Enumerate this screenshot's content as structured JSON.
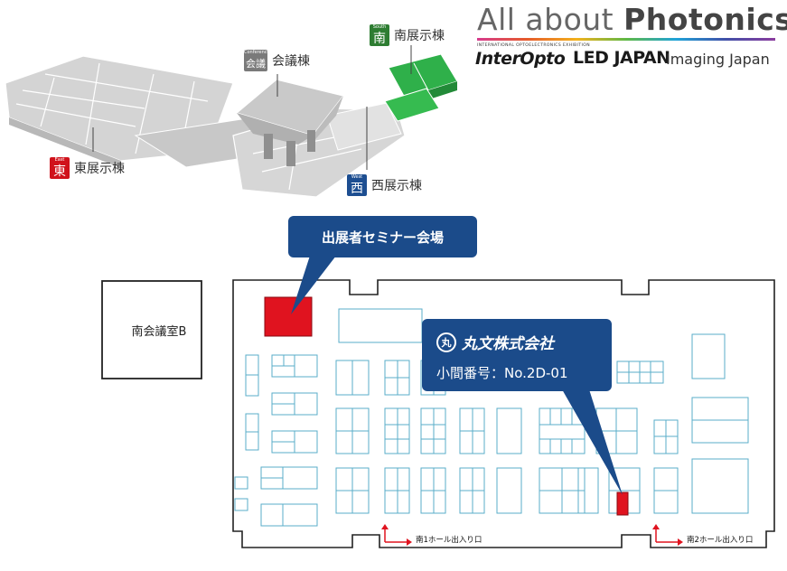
{
  "overview": {
    "conference": {
      "en": "Conference",
      "kanji": "会議",
      "label": "会議棟"
    },
    "south": {
      "en": "South",
      "kanji": "南",
      "label": "南展示棟"
    },
    "east": {
      "en": "East",
      "kanji": "東",
      "label": "東展示棟"
    },
    "west": {
      "en": "West",
      "kanji": "西",
      "label": "西展示棟"
    }
  },
  "logos": {
    "title_pre": "All about ",
    "title_bold": "Photonics",
    "exhibition": "INTERNATIONAL OPTOELECTRONICS EXHIBITION",
    "interopto": "InterOpto",
    "led": "LED JAPAN",
    "imaging": "Imaging Japan"
  },
  "colors": {
    "callout": "#1b4b8a",
    "highlight": "#e0131f",
    "south_hall": "#2fb04a",
    "booth_outline": "#5aaec9"
  },
  "floor": {
    "seminar_callout": "出展者セミナー会場",
    "company_name": "丸文株式会社",
    "company_logo_icon": "marubun-logo-icon",
    "booth_number": "小間番号：No.2D-01",
    "room": "南会議室B",
    "entrance1": "南1ホール出入り口",
    "entrance2": "南2ホール出入り口"
  }
}
